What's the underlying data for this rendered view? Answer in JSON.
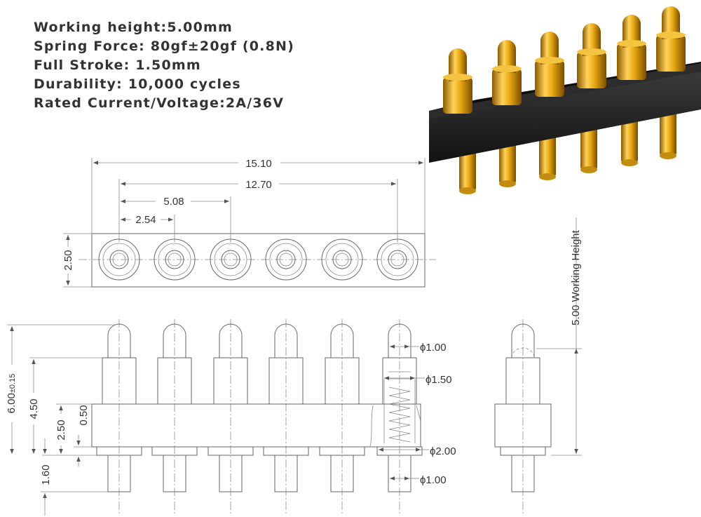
{
  "specs": {
    "working_height": "Working height:5.00mm",
    "spring_force": "Spring Force: 80gf±20gf (0.8N)",
    "full_stroke": "Full Stroke: 1.50mm",
    "durability": "Durability: 10,000 cycles",
    "rated": "Rated Current/Voltage:2A/36V"
  },
  "top_view": {
    "dim_total": "15.10",
    "dim_outer_pins": "12.70",
    "dim_two_pitch": "5.08",
    "dim_pitch": "2.54",
    "dim_height": "2.50"
  },
  "front_view": {
    "dim_total_height": "6.00",
    "dim_total_height_tol": "±0.15",
    "dim_plunger_height": "4.50",
    "dim_body_height": "2.50",
    "dim_seat": "0.50",
    "dim_tail": "1.60",
    "dia_tip": "ϕ1.00",
    "dia_barrel": "ϕ1.50",
    "dia_flange": "ϕ2.00",
    "dia_tail": "ϕ1.00"
  },
  "side_view": {
    "working_height_label": "5.00 Working Height"
  },
  "colors": {
    "housing": "#1f1f1f",
    "gold": "#e0a418",
    "line": "#666666"
  }
}
